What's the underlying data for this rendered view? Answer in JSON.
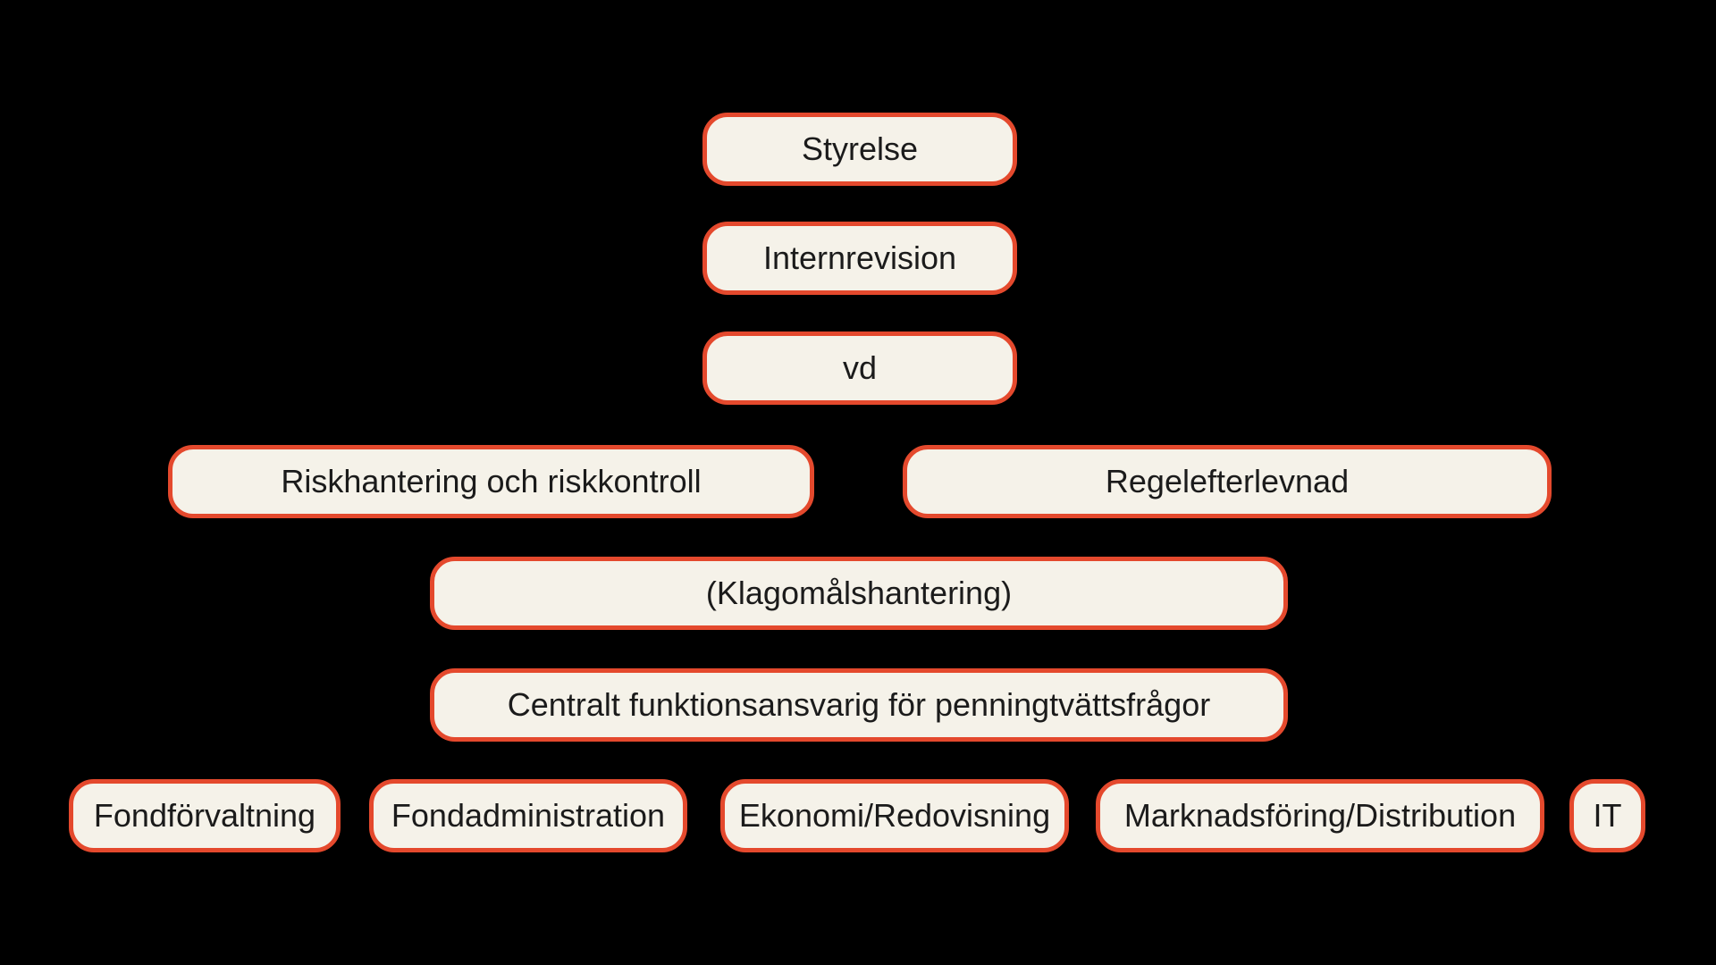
{
  "diagram": {
    "type": "org-chart",
    "background_color": "#000000",
    "node_fill_color": "#F5F2E9",
    "node_border_color": "#E4492D",
    "node_text_color": "#1B1B1B",
    "nodes": {
      "styrelse": {
        "label": "Styrelse",
        "row": 1
      },
      "internrevision": {
        "label": "Internrevision",
        "row": 2
      },
      "vd": {
        "label": "vd",
        "row": 3
      },
      "riskhantering": {
        "label": "Riskhantering och riskkontroll",
        "row": 4
      },
      "regelefterlevnad": {
        "label": "Regelefterlevnad",
        "row": 4
      },
      "klagomalshantering": {
        "label": "(Klagomålshantering)",
        "row": 5
      },
      "centralt_funktionsansvarig": {
        "label": "Centralt funktionsansvarig för penningtvättsfrågor",
        "row": 6
      },
      "fondforvaltning": {
        "label": "Fondförvaltning",
        "row": 7
      },
      "fondadministration": {
        "label": "Fondadministration",
        "row": 7
      },
      "ekonomi_redovisning": {
        "label": "Ekonomi/Redovisning",
        "row": 7
      },
      "marknadsforing_distribution": {
        "label": "Marknadsföring/Distribution",
        "row": 7
      },
      "it": {
        "label": "IT",
        "row": 7
      }
    }
  }
}
